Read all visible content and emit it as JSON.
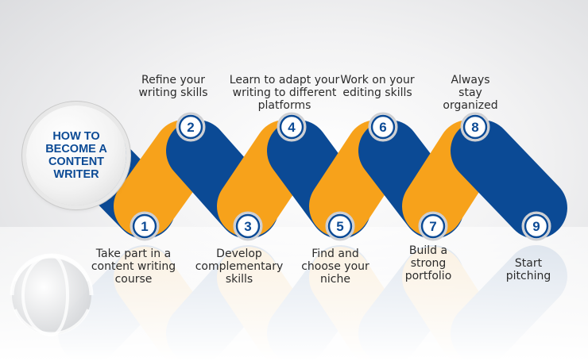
{
  "title": "HOW TO BECOME A CONTENT WRITER",
  "colors": {
    "navy": "#0b4a95",
    "orange": "#f7a21b",
    "badge_border": "#0b4a95",
    "text": "#2b2b2b"
  },
  "steps": [
    {
      "number": "1",
      "label": "Take part in a content writing course"
    },
    {
      "number": "2",
      "label": "Refine your writing skills"
    },
    {
      "number": "3",
      "label": "Develop complementary skills"
    },
    {
      "number": "4",
      "label": "Learn to adapt your writing to different platforms"
    },
    {
      "number": "5",
      "label": "Find and choose your niche"
    },
    {
      "number": "6",
      "label": "Work on your editing skills"
    },
    {
      "number": "7",
      "label": "Build a strong portfolio"
    },
    {
      "number": "8",
      "label": "Always stay organized"
    },
    {
      "number": "9",
      "label": "Start pitching"
    }
  ]
}
